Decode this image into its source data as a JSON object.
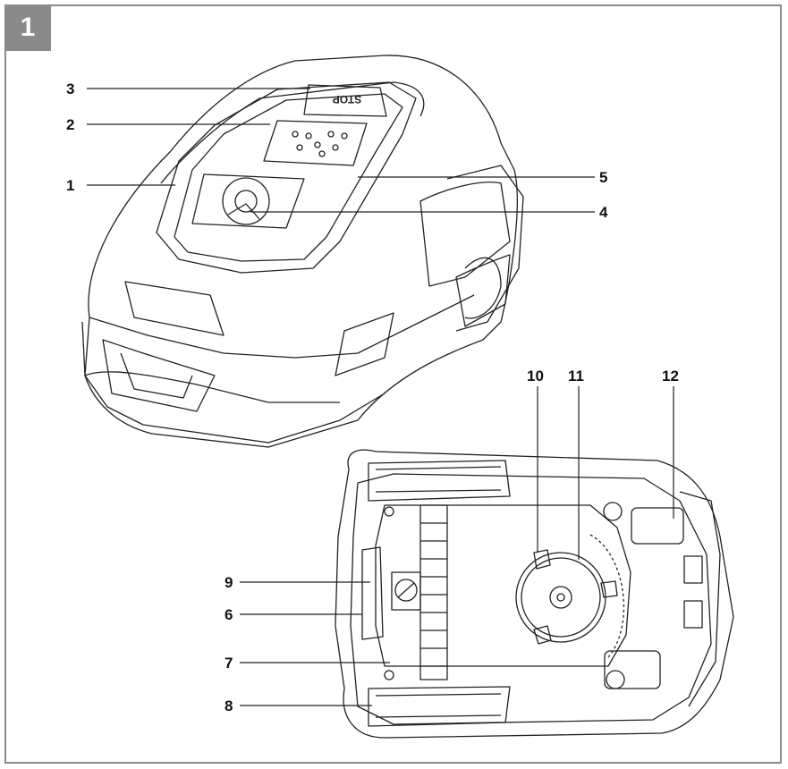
{
  "figure": {
    "number": "1"
  },
  "labels": {
    "l1": "1",
    "l2": "2",
    "l3": "3",
    "l4": "4",
    "l5": "5",
    "l6": "6",
    "l7": "7",
    "l8": "8",
    "l9": "9",
    "l10": "10",
    "l11": "11",
    "l12": "12"
  },
  "mower_top": {
    "stop_text": "STOP"
  },
  "colors": {
    "frame": "#8a8a8a",
    "line": "#222222"
  }
}
